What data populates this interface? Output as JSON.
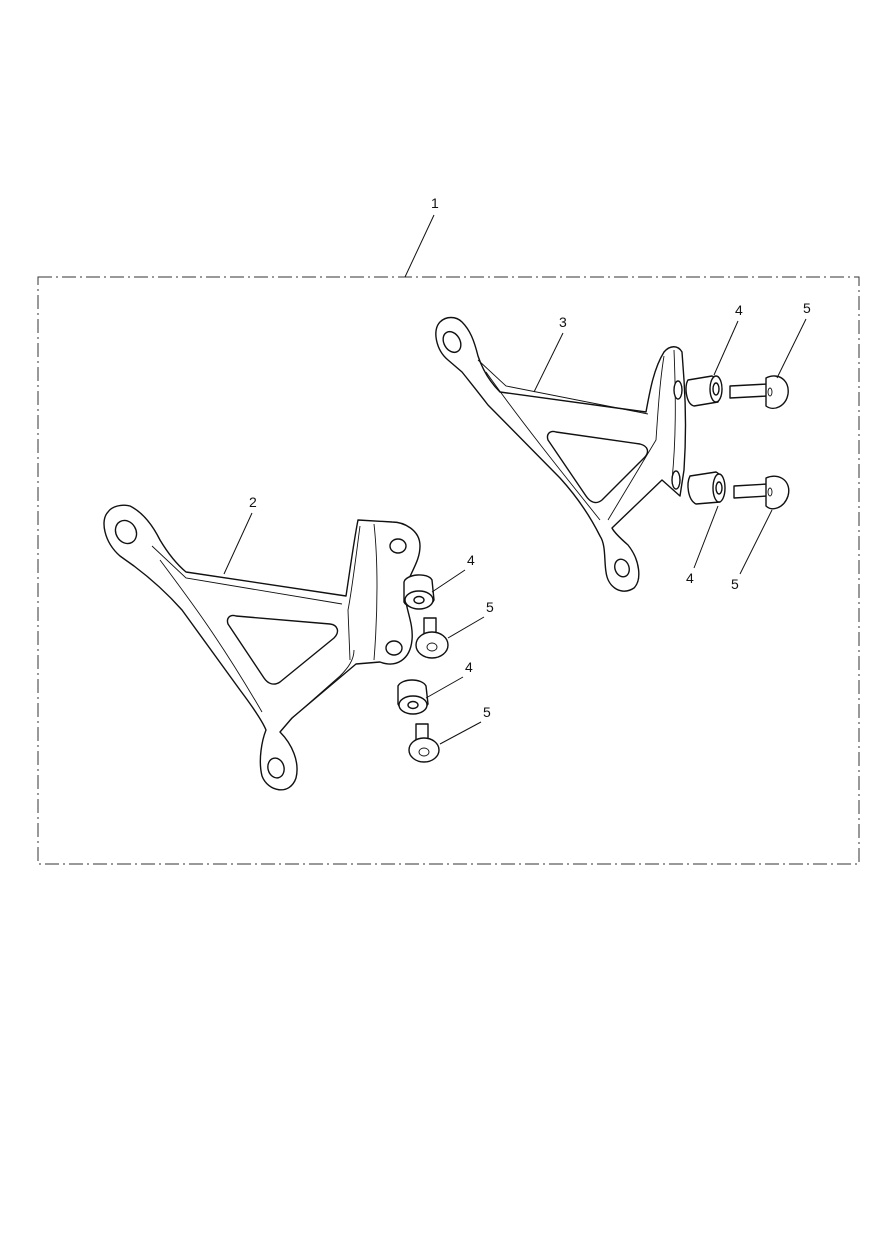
{
  "callouts": {
    "kit": "1",
    "left_bracket": "2",
    "right_bracket": "3",
    "spacer_upper_right": "4",
    "bolt_upper_right": "5",
    "spacer_lower_right": "4",
    "bolt_lower_right": "5",
    "spacer_upper_left": "4",
    "bolt_upper_left": "5",
    "spacer_lower_left": "4",
    "bolt_lower_left": "5"
  }
}
